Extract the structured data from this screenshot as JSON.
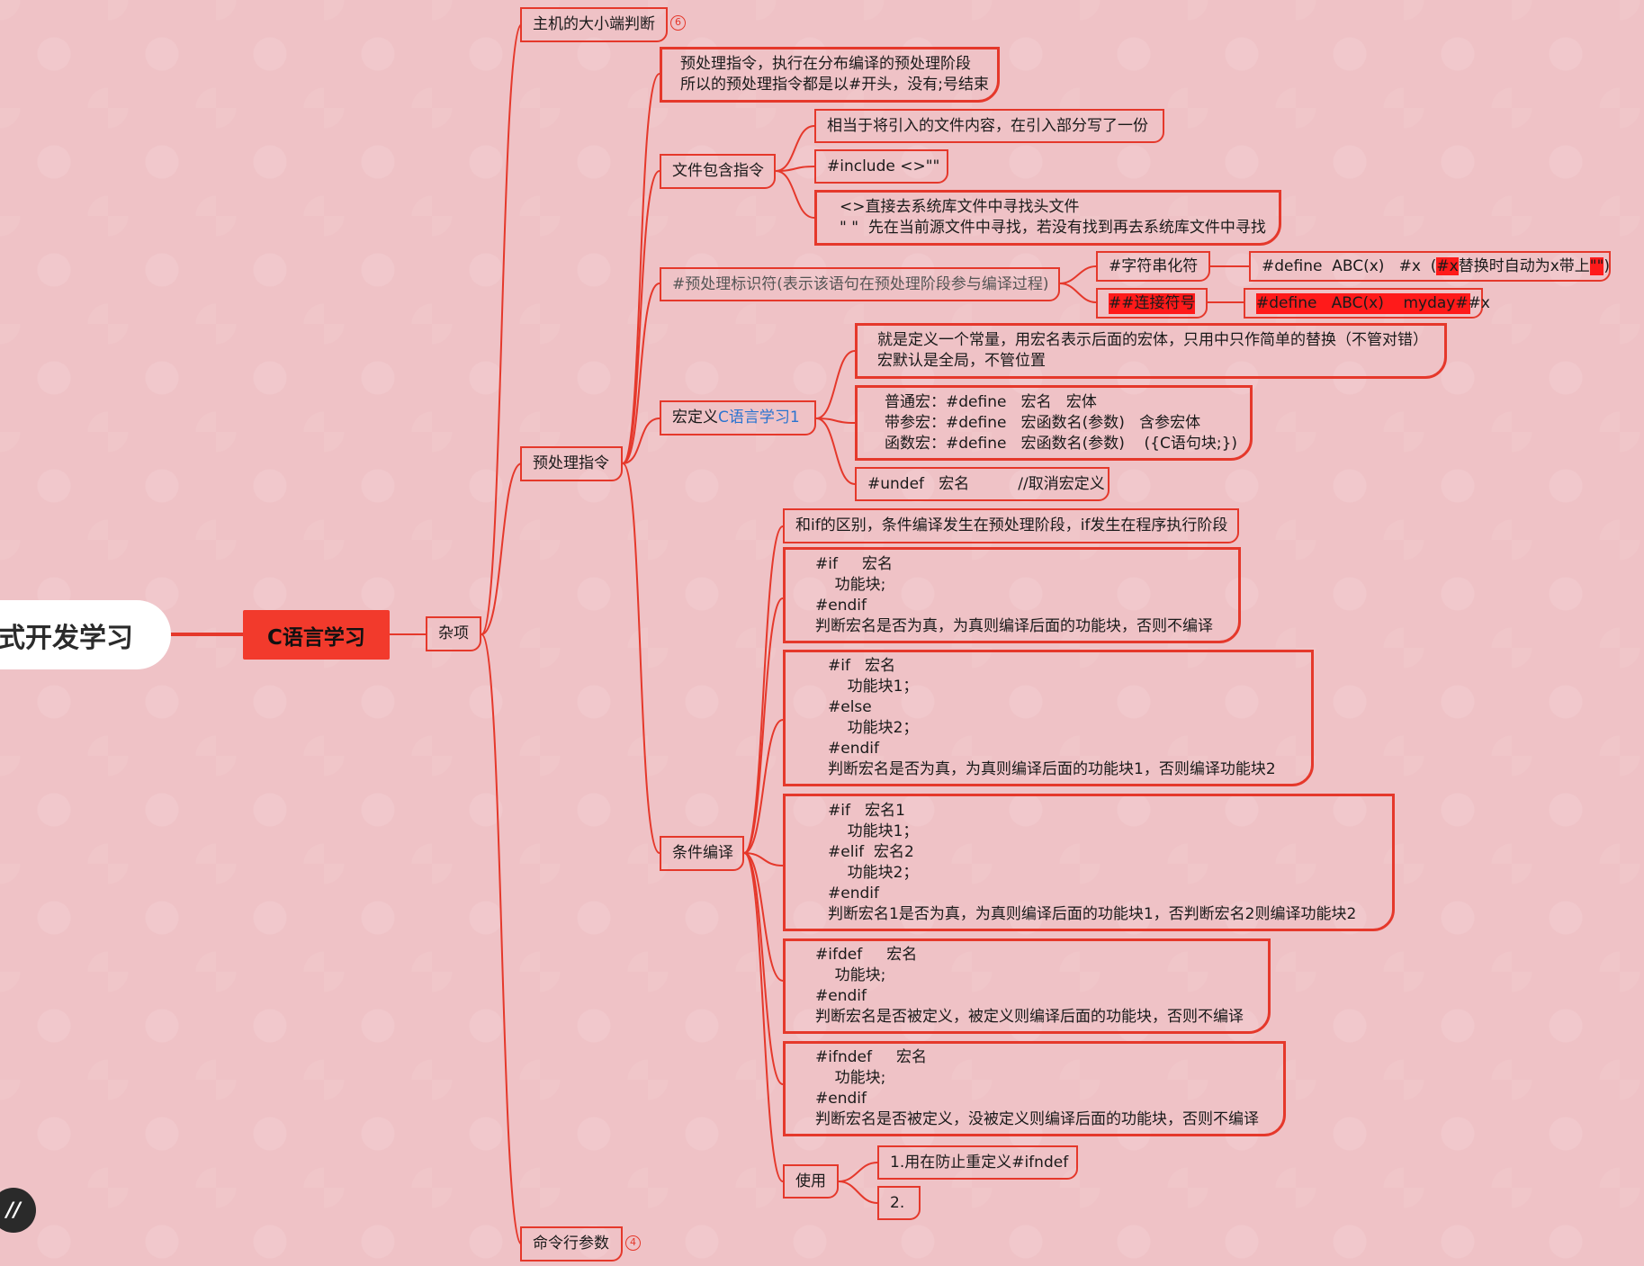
{
  "mindmap": {
    "root": "式开发学习",
    "main_topic": "C语言学习",
    "zaxiang": "杂项",
    "big_little": {
      "label": "主机的大小端判断",
      "count": "6"
    },
    "preproc": {
      "label": "预处理指令",
      "desc": [
        "预处理指令，执行在分布编译的预处理阶段",
        "所以的预处理指令都是以#开头，没有;号结束"
      ],
      "include": {
        "label": "文件包含指令",
        "c1": "相当于将引入的文件内容，在引入部分写了一份",
        "c2": "#include <>\"\"",
        "c3": [
          "<>直接去系统库文件中寻找头文件",
          "\" \"  先在当前源文件中寻找，若没有找到再去系统库文件中寻找"
        ]
      },
      "ident": {
        "label": "#预处理标识符(表示该语句在预处理阶段参与编译过程)",
        "stringify": "#字符串化符",
        "stringify_ex": {
          "pre": "#define  ABC(x)   #x  (",
          "hl1": "#x",
          "mid": "替换时自动为x带上",
          "hl2": "\"\"",
          "post": ")"
        },
        "concat": "##连接符号",
        "concat_ex": "#define   ABC(x)    myday##x"
      },
      "macro": {
        "label_text": "宏定义",
        "label_link": "C语言学习1",
        "c1": [
          "就是定义一个常量，用宏名表示后面的宏体，只用中只作简单的替换（不管对错）",
          "宏默认是全局，不管位置"
        ],
        "c2": [
          "普通宏：#define   宏名   宏体",
          "带参宏：#define   宏函数名(参数)   含参宏体",
          "函数宏：#define   宏函数名(参数)    ({C语句块;})"
        ],
        "c3": "#undef   宏名          //取消宏定义"
      },
      "cond": {
        "label": "条件编译",
        "c1": "和if的区别，条件编译发生在预处理阶段，if发生在程序执行阶段",
        "c2": [
          "#if     宏名",
          "    功能块;",
          "#endif",
          "判断宏名是否为真，为真则编译后面的功能块，否则不编译"
        ],
        "c3": [
          "#if   宏名",
          "    功能块1；",
          "#else",
          "    功能块2；",
          "#endif",
          "判断宏名是否为真，为真则编译后面的功能块1，否则编译功能块2"
        ],
        "c4": [
          "#if   宏名1",
          "    功能块1；",
          "#elif  宏名2",
          "    功能块2；",
          "#endif",
          "判断宏名1是否为真，为真则编译后面的功能块1，否判断宏名2则编译功能块2"
        ],
        "c5": [
          "#ifdef     宏名",
          "    功能块;",
          "#endif",
          "判断宏名是否被定义，被定义则编译后面的功能块，否则不编译"
        ],
        "c6": [
          "#ifndef     宏名",
          "    功能块;",
          "#endif",
          "判断宏名是否被定义，没被定义则编译后面的功能块，否则不编译"
        ],
        "usage": {
          "label": "使用",
          "u1": "1.用在防止重定义#ifndef",
          "u2": "2."
        }
      }
    },
    "cmdline": {
      "label": "命令行参数",
      "count": "4"
    }
  },
  "colors": {
    "background": "#efc2c6",
    "accent": "#e5382b",
    "topic": "#f23a2c",
    "highlight": "#ff1a1a",
    "link": "#2a74d0"
  },
  "app_icon": "app-logo-icon"
}
